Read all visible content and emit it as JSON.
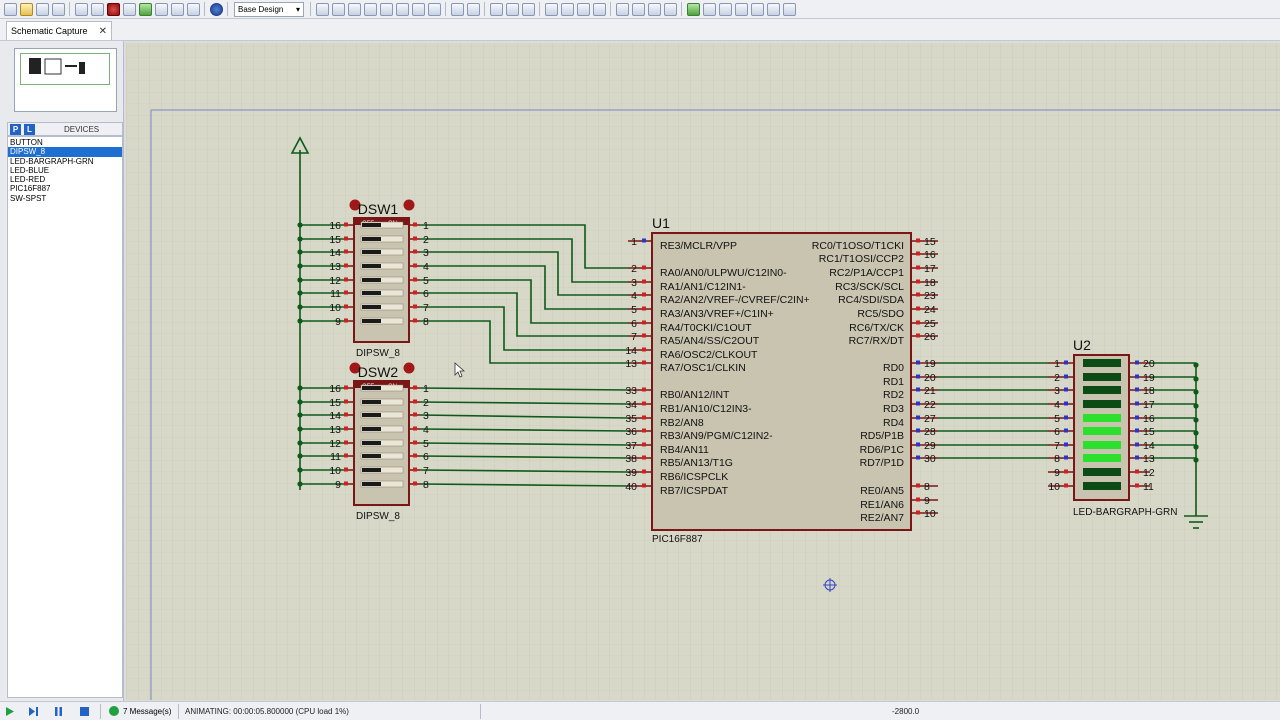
{
  "toolbar": {
    "layer_select": "Base Design"
  },
  "tab": {
    "label": "Schematic Capture",
    "close": "✕"
  },
  "devices_panel": {
    "p_button": "P",
    "l_button": "L",
    "title": "DEVICES",
    "items": [
      "BUTTON",
      "DIPSW_8",
      "LED-BARGRAPH-GRN",
      "LED-BLUE",
      "LED-RED",
      "PIC16F887",
      "SW-SPST"
    ],
    "selected_index": 1
  },
  "schematic": {
    "dsw1": {
      "ref": "DSW1",
      "type": "DIPSW_8",
      "off": "OFF",
      "on": "ON",
      "left_pins": [
        "16",
        "15",
        "14",
        "13",
        "12",
        "11",
        "10",
        "9"
      ],
      "right_pins": [
        "1",
        "2",
        "3",
        "4",
        "5",
        "6",
        "7",
        "8"
      ]
    },
    "dsw2": {
      "ref": "DSW2",
      "type": "DIPSW_8",
      "off": "OFF",
      "on": "ON",
      "left_pins": [
        "16",
        "15",
        "14",
        "13",
        "12",
        "11",
        "10",
        "9"
      ],
      "right_pins": [
        "1",
        "2",
        "3",
        "4",
        "5",
        "6",
        "7",
        "8"
      ]
    },
    "u1": {
      "ref": "U1",
      "type": "PIC16F887",
      "left": [
        {
          "pin": "1",
          "label": "RE3/MCLR/VPP"
        },
        {
          "pin": "2",
          "label": "RA0/AN0/ULPWU/C12IN0-"
        },
        {
          "pin": "3",
          "label": "RA1/AN1/C12IN1-"
        },
        {
          "pin": "4",
          "label": "RA2/AN2/VREF-/CVREF/C2IN+"
        },
        {
          "pin": "5",
          "label": "RA3/AN3/VREF+/C1IN+"
        },
        {
          "pin": "6",
          "label": "RA4/T0CKI/C1OUT"
        },
        {
          "pin": "7",
          "label": "RA5/AN4/SS/C2OUT"
        },
        {
          "pin": "14",
          "label": "RA6/OSC2/CLKOUT"
        },
        {
          "pin": "13",
          "label": "RA7/OSC1/CLKIN"
        },
        {
          "pin": "33",
          "label": "RB0/AN12/INT"
        },
        {
          "pin": "34",
          "label": "RB1/AN10/C12IN3-"
        },
        {
          "pin": "35",
          "label": "RB2/AN8"
        },
        {
          "pin": "36",
          "label": "RB3/AN9/PGM/C12IN2-"
        },
        {
          "pin": "37",
          "label": "RB4/AN11"
        },
        {
          "pin": "38",
          "label": "RB5/AN13/T1G"
        },
        {
          "pin": "39",
          "label": "RB6/ICSPCLK"
        },
        {
          "pin": "40",
          "label": "RB7/ICSPDAT"
        }
      ],
      "right": [
        {
          "pin": "15",
          "label": "RC0/T1OSO/T1CKI"
        },
        {
          "pin": "16",
          "label": "RC1/T1OSI/CCP2"
        },
        {
          "pin": "17",
          "label": "RC2/P1A/CCP1"
        },
        {
          "pin": "18",
          "label": "RC3/SCK/SCL"
        },
        {
          "pin": "23",
          "label": "RC4/SDI/SDA"
        },
        {
          "pin": "24",
          "label": "RC5/SDO"
        },
        {
          "pin": "25",
          "label": "RC6/TX/CK"
        },
        {
          "pin": "26",
          "label": "RC7/RX/DT"
        },
        {
          "pin": "19",
          "label": "RD0"
        },
        {
          "pin": "20",
          "label": "RD1"
        },
        {
          "pin": "21",
          "label": "RD2"
        },
        {
          "pin": "22",
          "label": "RD3"
        },
        {
          "pin": "27",
          "label": "RD4"
        },
        {
          "pin": "28",
          "label": "RD5/P1B"
        },
        {
          "pin": "29",
          "label": "RD6/P1C"
        },
        {
          "pin": "30",
          "label": "RD7/P1D"
        },
        {
          "pin": "8",
          "label": "RE0/AN5"
        },
        {
          "pin": "9",
          "label": "RE1/AN6"
        },
        {
          "pin": "10",
          "label": "RE2/AN7"
        }
      ]
    },
    "u2": {
      "ref": "U2",
      "type": "LED-BARGRAPH-GRN",
      "left_pins": [
        "1",
        "2",
        "3",
        "4",
        "5",
        "6",
        "7",
        "8",
        "9",
        "10"
      ],
      "right_pins": [
        "20",
        "19",
        "18",
        "17",
        "16",
        "15",
        "14",
        "13",
        "12",
        "11"
      ],
      "segments_lit": [
        false,
        false,
        false,
        false,
        true,
        true,
        true,
        true,
        false,
        false
      ]
    }
  },
  "status": {
    "messages": "7 Message(s)",
    "animating": "ANIMATING: 00:00:05.800000 (CPU load 1%)",
    "coordinate": "-2800.0"
  },
  "colors": {
    "sheet": "#d8d8c8",
    "grid": "#c6c6b4",
    "wire": "#0e5a1a",
    "component": "#7a1616",
    "body": "#c8c4b0",
    "pin_red": "#d02020",
    "pin_blue": "#2a36c8",
    "led_off": "#0c4a16",
    "led_on": "#2de02d"
  }
}
